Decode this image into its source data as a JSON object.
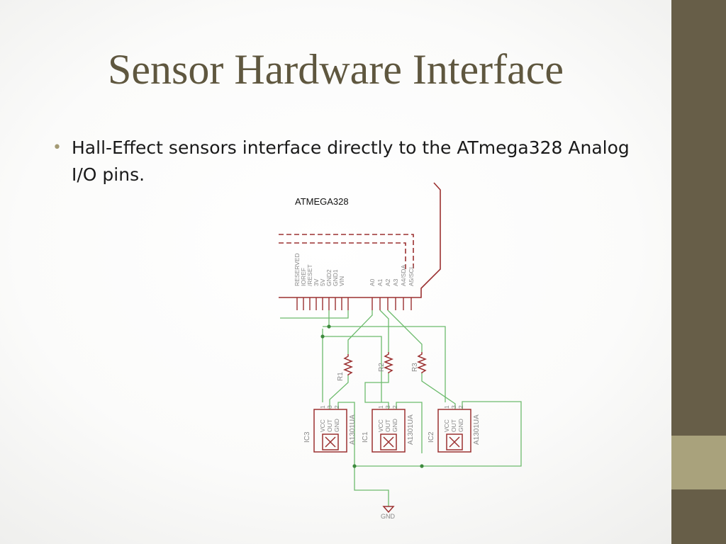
{
  "slide": {
    "title": "Sensor Hardware Interface",
    "bullets": [
      "Hall-Effect sensors interface directly to the ATmega328 Analog I/O pins."
    ]
  },
  "schematic": {
    "mcu_label": "ATMEGA328",
    "left_pins": [
      "RESERVED",
      "IOREF",
      "/RESET",
      "3V",
      "5V",
      "GND2",
      "GND1",
      "VIN"
    ],
    "right_pins": [
      "A0",
      "A1",
      "A2",
      "A3",
      "A4/SDA",
      "A5/SCL"
    ],
    "resistors": [
      "R1",
      "R2",
      "R3"
    ],
    "sensors": [
      {
        "ref": "IC3",
        "part": "A1301UA"
      },
      {
        "ref": "IC1",
        "part": "A1301UA"
      },
      {
        "ref": "IC2",
        "part": "A1301UA"
      }
    ],
    "sensor_pin_numbers": [
      "1",
      "3",
      "2"
    ],
    "sensor_pin_names": [
      "VCC",
      "OUT",
      "GND"
    ],
    "ground_label": "GND",
    "colors": {
      "outline": "#9b3030",
      "wire": "#6dbb6d",
      "pin_text": "#888888",
      "sidebar": "#675e48",
      "sidebar_accent": "#a9a27c",
      "title": "#5f573f"
    }
  }
}
